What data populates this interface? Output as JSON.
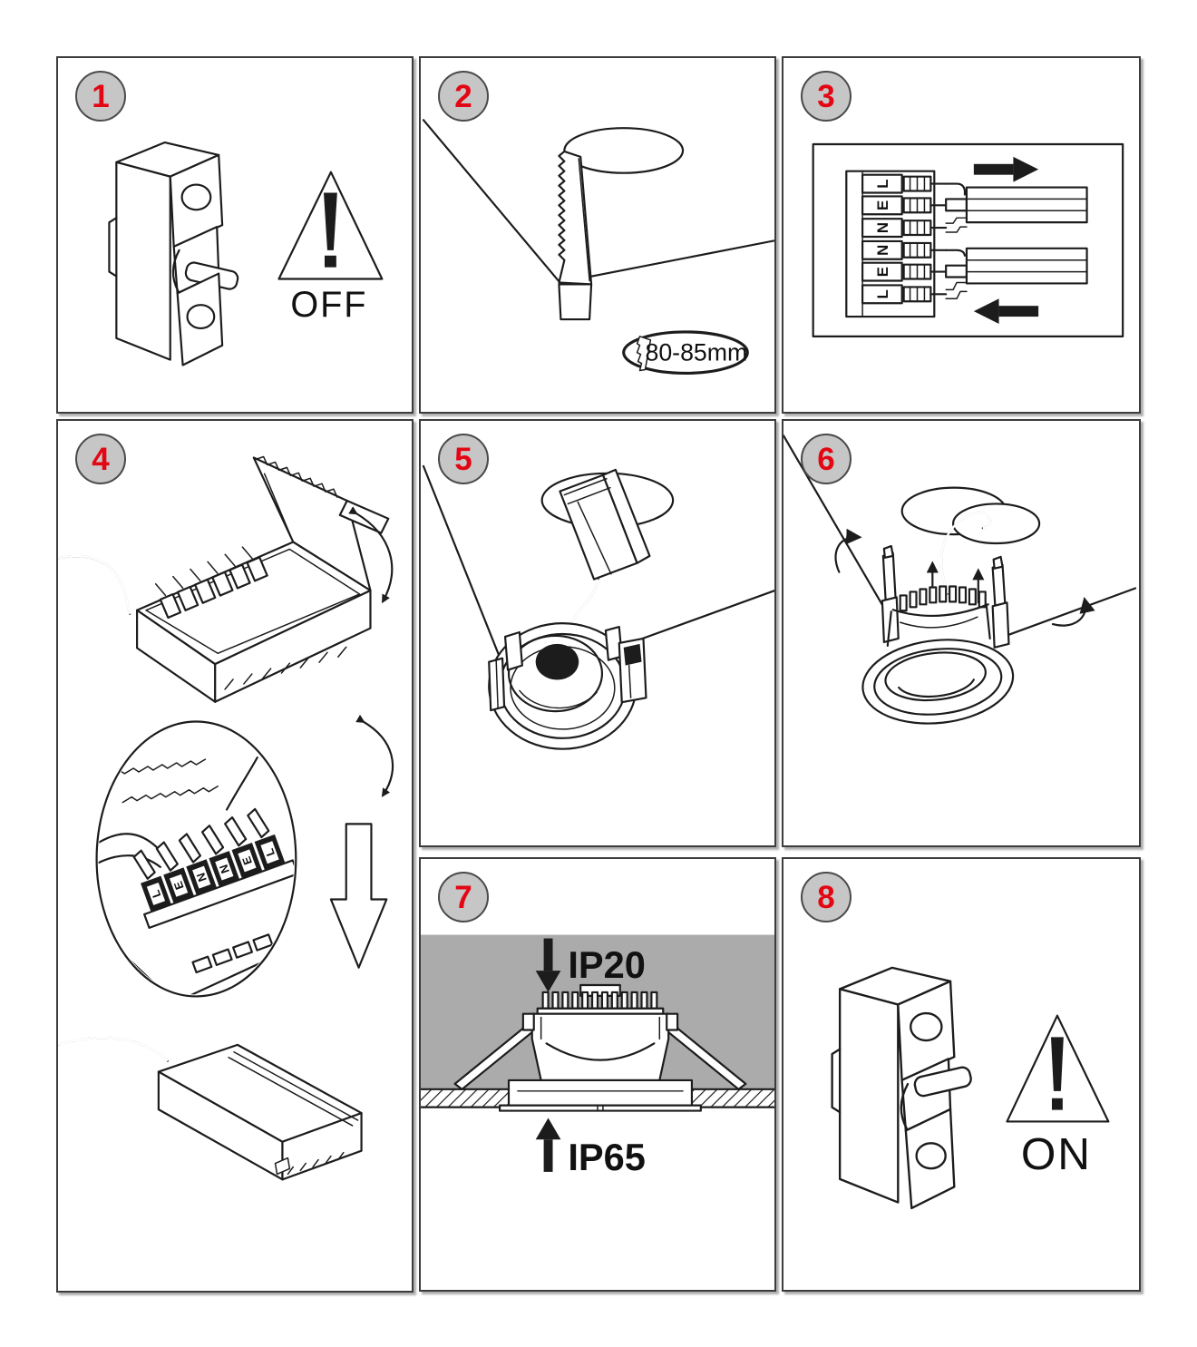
{
  "document": "recessed-downlight-installation-instructions",
  "colors": {
    "line": "#1c1c1c",
    "panel_border": "#3c3c3c",
    "badge_fill": "#c6c6c6",
    "badge_border": "#4a4a4a",
    "step_number_red": "#e30613",
    "plenum_gray": "#ababab",
    "background": "#ffffff"
  },
  "panels": [
    {
      "id": "step-1",
      "number": "1",
      "caption": "OFF",
      "illustrations": [
        "circuit-breaker-off",
        "warning-triangle"
      ]
    },
    {
      "id": "step-2",
      "number": "2",
      "dimension_label": "80-85mm",
      "illustrations": [
        "ceiling-cut-hole",
        "jab-saw",
        "hole-diameter-badge"
      ]
    },
    {
      "id": "step-3",
      "number": "3",
      "terminals": [
        "L",
        "E",
        "N",
        "N",
        "E",
        "L"
      ],
      "illustrations": [
        "terminal-block",
        "mains-cables",
        "arrow-right",
        "arrow-left"
      ]
    },
    {
      "id": "step-4",
      "number": "4",
      "terminals": [
        "L",
        "E",
        "N",
        "N",
        "E",
        "L"
      ],
      "illustrations": [
        "driver-box-open",
        "curved-arrow",
        "magnified-terminal-detail",
        "hollow-down-arrow",
        "driver-box-closed"
      ]
    },
    {
      "id": "step-5",
      "number": "5",
      "illustrations": [
        "driver-into-ceiling-hole",
        "connecting-cable",
        "downlight-front",
        "spring-clips"
      ]
    },
    {
      "id": "step-6",
      "number": "6",
      "illustrations": [
        "downlight-push-up",
        "rotate-arrows",
        "up-arrows",
        "cable-loop",
        "ceiling-hole"
      ]
    },
    {
      "id": "step-7",
      "number": "7",
      "rating_above": "IP20",
      "rating_below": "IP65",
      "illustrations": [
        "ceiling-cross-section",
        "down-arrow",
        "up-arrow",
        "installed-downlight"
      ]
    },
    {
      "id": "step-8",
      "number": "8",
      "caption": "ON",
      "illustrations": [
        "circuit-breaker-on",
        "warning-triangle"
      ]
    }
  ]
}
